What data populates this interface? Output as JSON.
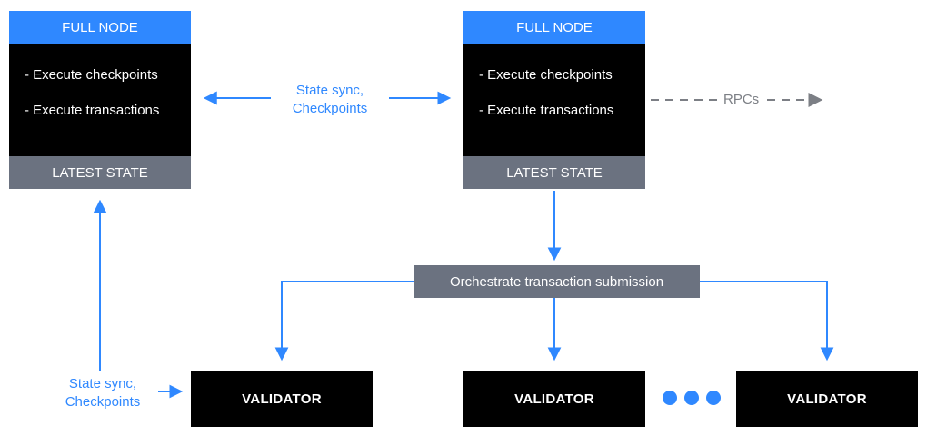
{
  "colors": {
    "accent_blue": "#2f88ff",
    "node_black": "#000000",
    "state_gray": "#6b7280",
    "rpc_gray": "#7c7f85"
  },
  "full_nodes": [
    {
      "title": "FULL NODE",
      "items": [
        "- Execute checkpoints",
        "- Execute transactions"
      ],
      "footer": "LATEST STATE"
    },
    {
      "title": "FULL NODE",
      "items": [
        "- Execute checkpoints",
        "- Execute transactions"
      ],
      "footer": "LATEST STATE"
    }
  ],
  "labels": {
    "state_sync_top": [
      "State sync,",
      "Checkpoints"
    ],
    "rpcs": "RPCs",
    "orchestrate": "Orchestrate transaction submission",
    "state_sync_bottom": [
      "State sync,",
      "Checkpoints"
    ]
  },
  "validators": [
    {
      "label": "VALIDATOR"
    },
    {
      "label": "VALIDATOR"
    },
    {
      "label": "VALIDATOR"
    }
  ]
}
